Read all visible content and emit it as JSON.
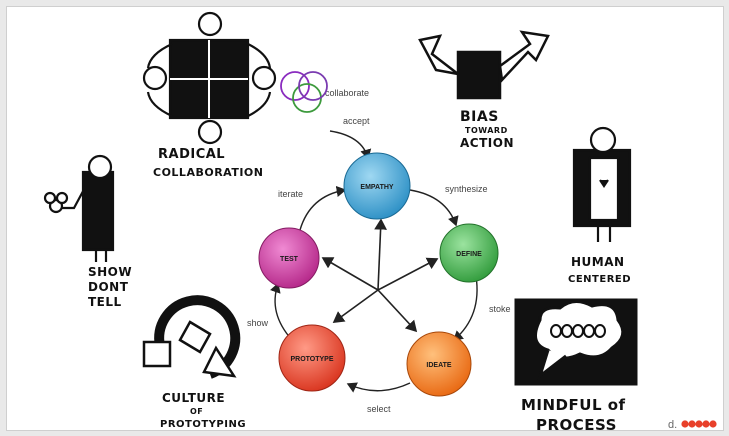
{
  "process": {
    "nodes": [
      {
        "id": "empathy",
        "label": "EMPATHY",
        "color": "#3aa6d8"
      },
      {
        "id": "define",
        "label": "DEFINE",
        "color": "#3fb04a"
      },
      {
        "id": "ideate",
        "label": "IDEATE",
        "color": "#f27a1c"
      },
      {
        "id": "prototype",
        "label": "PROTOTYPE",
        "color": "#e8402a"
      },
      {
        "id": "test",
        "label": "TEST",
        "color": "#c8359b"
      }
    ],
    "transitions": {
      "accept": "accept",
      "collaborate": "collaborate",
      "synthesize": "synthesize",
      "stoke": "stoke",
      "select": "select",
      "show": "show",
      "iterate": "iterate"
    }
  },
  "mindsets": {
    "radical_collaboration": [
      "RADICAL",
      "COLLABORATION"
    ],
    "bias_toward_action": [
      "BIAS",
      "TOWARD",
      "ACTION"
    ],
    "show_dont_tell": [
      "SHOW",
      "DONT",
      "TELL"
    ],
    "human_centered": [
      "HUMAN",
      "CENTERED"
    ],
    "culture_of_prototyping": [
      "CULTURE",
      "OF",
      "PROTOTYPING"
    ],
    "mindful_of_process": [
      "MINDFUL of",
      "PROCESS"
    ]
  },
  "logo": {
    "text": "d.",
    "dot_color": "#e8402a"
  }
}
